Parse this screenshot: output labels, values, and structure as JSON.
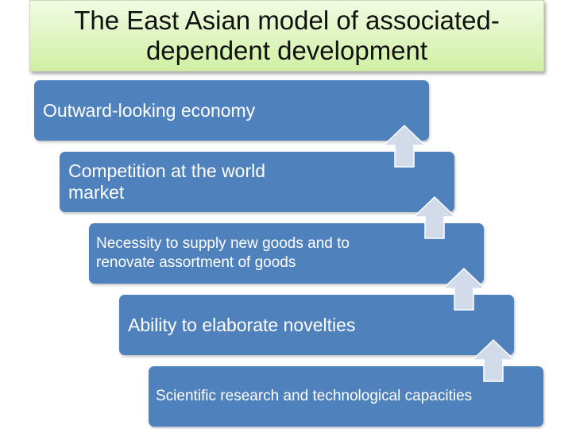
{
  "title": "The East Asian model of associated-dependent development",
  "steps": [
    {
      "label": "Outward-looking economy"
    },
    {
      "label": "Competition at the world market"
    },
    {
      "label": "Necessity to supply new goods and to renovate assortment of goods"
    },
    {
      "label": "Ability to elaborate novelties"
    },
    {
      "label": "Scientific research and technological capacities"
    }
  ],
  "colors": {
    "step_fill": "#4f81bd",
    "arrow_fill": "#d2dbea",
    "title_fill": "#d7f2b2"
  },
  "icons": [
    "up-arrow-icon"
  ]
}
